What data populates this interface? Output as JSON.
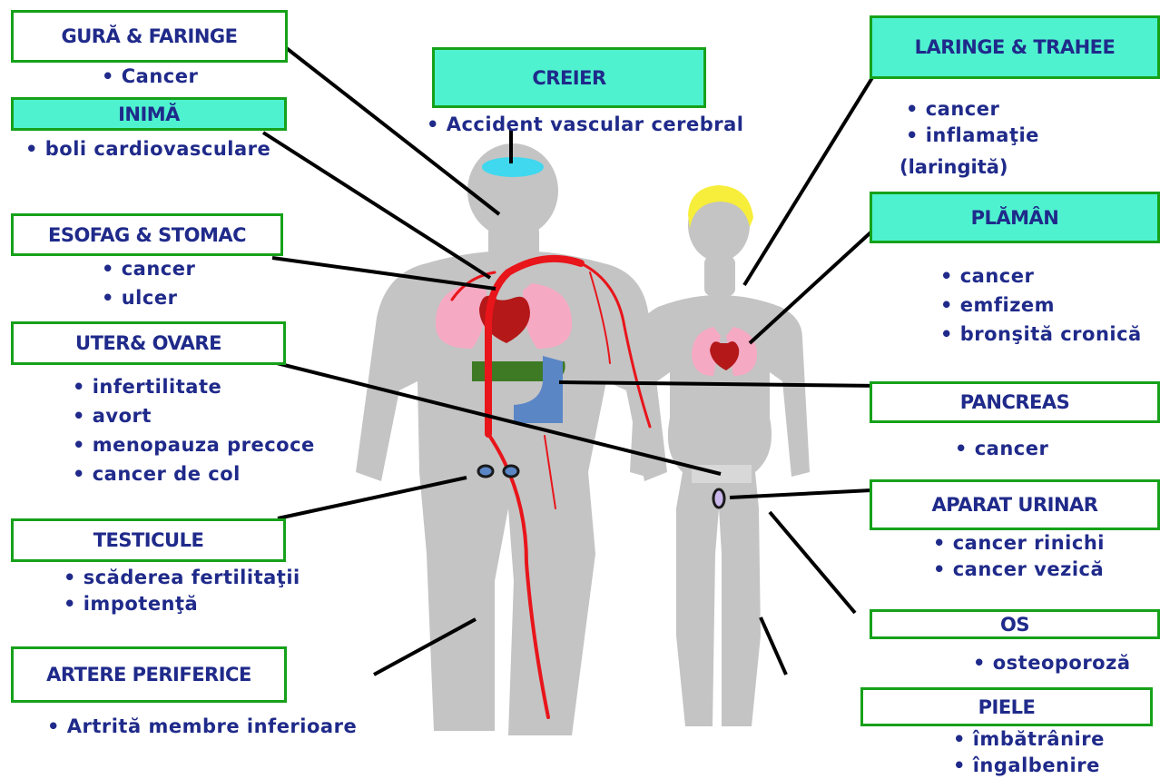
{
  "organs": {
    "gura": {
      "label": "GURĂ & FARINGE",
      "items": [
        "Cancer"
      ]
    },
    "inima": {
      "label": "INIMĂ",
      "items": [
        "boli cardiovasculare"
      ]
    },
    "esofag": {
      "label": "ESOFAG & STOMAC",
      "items": [
        "cancer",
        "ulcer"
      ]
    },
    "uter": {
      "label": "UTER& OVARE",
      "items": [
        "infertilitate",
        "avort",
        "menopauza precoce",
        "cancer de col"
      ]
    },
    "testicule": {
      "label": "TESTICULE",
      "items": [
        "scăderea fertilitaţii",
        "impotenţă"
      ]
    },
    "artere": {
      "label": "ARTERE PERIFERICE",
      "items": [
        "Artrită membre inferioare"
      ]
    },
    "creier": {
      "label": "CREIER",
      "items": [
        "Accident vascular cerebral"
      ]
    },
    "laringe": {
      "label": "LARINGE & TRAHEE",
      "items": [
        "cancer",
        "inflamaţie"
      ],
      "note": "(laringită)"
    },
    "plaman": {
      "label": "PLĂMÂN",
      "items": [
        "cancer",
        "emfizem",
        "bronşită cronică"
      ]
    },
    "pancreas": {
      "label": "PANCREAS",
      "items": [
        "cancer"
      ]
    },
    "urinar": {
      "label": "APARAT URINAR",
      "items": [
        "cancer rinichi",
        "cancer vezică"
      ]
    },
    "os": {
      "label": "OS",
      "items": [
        "osteoporoză"
      ]
    },
    "piele": {
      "label": "PIELE",
      "items": [
        "îmbătrânire",
        "îngalbenire"
      ]
    }
  },
  "colors": {
    "box_border": "#16a11a",
    "box_highlight": "#4ff2cf",
    "text": "#1f2a8a",
    "body_silhouette": "#c4c4c4",
    "artery": "#e8151b",
    "lung": "#f6a9c3",
    "heart": "#b41818",
    "hair": "#f6ee3a",
    "brain": "#3fd8ee",
    "liver": "#3e7a24",
    "stomach": "#5a86c6"
  }
}
